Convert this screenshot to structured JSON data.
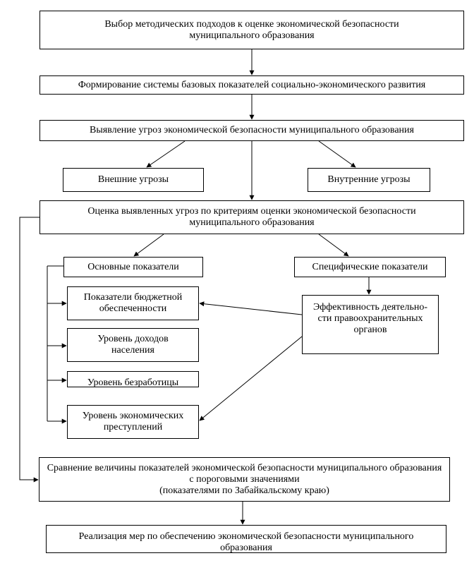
{
  "steps": {
    "step1": "Выбор методических подходов к оценке экономической безопасности муниципального образования",
    "step2": "Формирование системы базовых показателей социально-экономического развития",
    "step3": "Выявление угроз экономической безопасности муниципального образования",
    "external": "Внешние угрозы",
    "internal": "Внутренние угрозы",
    "step4": "Оценка выявленных угроз по критериям оценки экономической безопасности муниципального образования",
    "basic": "Основные показатели",
    "specific": "Специфические показатели",
    "budget": "Показатели бюджетной обеспеченности",
    "income": "Уровень доходов населения",
    "unemployment": "Уровень безработицы",
    "crimes": "Уровень экономических преступлений",
    "efficiency": "Эффективность деятельно-сти правоохранительных органов",
    "step5_line1": "Сравнение величины показателей экономической безопасности муниципального образования с пороговыми значениями",
    "step5_line2": "(показателями по Забайкальскому краю)",
    "step6": "Реализация мер по обеспечению экономической безопасности муниципального образования"
  }
}
